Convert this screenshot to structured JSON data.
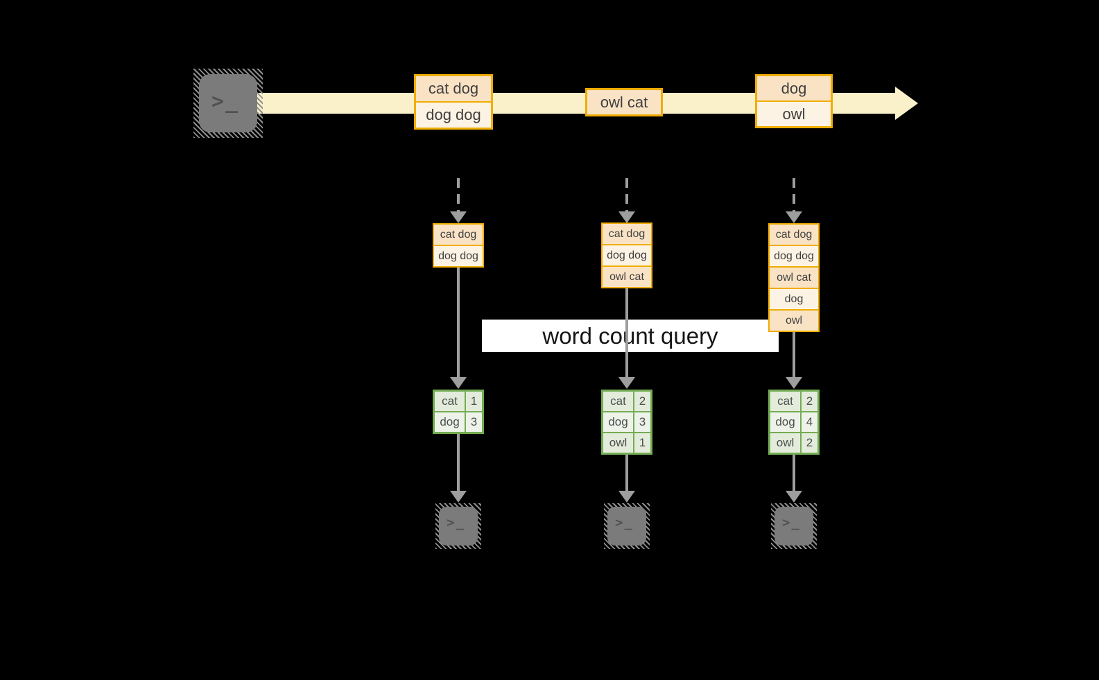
{
  "query_label": "word count query",
  "icons": {
    "terminal": "terminal-icon",
    "prompt_glyph": ">_"
  },
  "stream": {
    "batches": [
      {
        "lines": [
          "cat dog",
          "dog dog"
        ]
      },
      {
        "lines": [
          "owl cat"
        ]
      },
      {
        "lines": [
          "dog",
          "owl"
        ]
      }
    ]
  },
  "columns": [
    {
      "state": [
        "cat dog",
        "dog dog"
      ],
      "counts": [
        {
          "word": "cat",
          "count": "1"
        },
        {
          "word": "dog",
          "count": "3"
        }
      ]
    },
    {
      "state": [
        "cat dog",
        "dog dog",
        "owl cat"
      ],
      "counts": [
        {
          "word": "cat",
          "count": "2"
        },
        {
          "word": "dog",
          "count": "3"
        },
        {
          "word": "owl",
          "count": "1"
        }
      ]
    },
    {
      "state": [
        "cat dog",
        "dog dog",
        "owl cat",
        "dog",
        "owl"
      ],
      "counts": [
        {
          "word": "cat",
          "count": "2"
        },
        {
          "word": "dog",
          "count": "4"
        },
        {
          "word": "owl",
          "count": "2"
        }
      ]
    }
  ],
  "colors": {
    "accent_gold": "#f0ad00",
    "peach_fill": "#fae3c5",
    "cream_fill": "#fdf3e4",
    "stream_yellow": "#faf1cb",
    "green_border": "#74ac53",
    "green_fill_a": "#e3ebdb",
    "green_fill_b": "#eef3ea",
    "arrow_gray": "#9e9e9e",
    "terminal_gray": "#7b7b7b",
    "band_white": "#ffffff"
  }
}
